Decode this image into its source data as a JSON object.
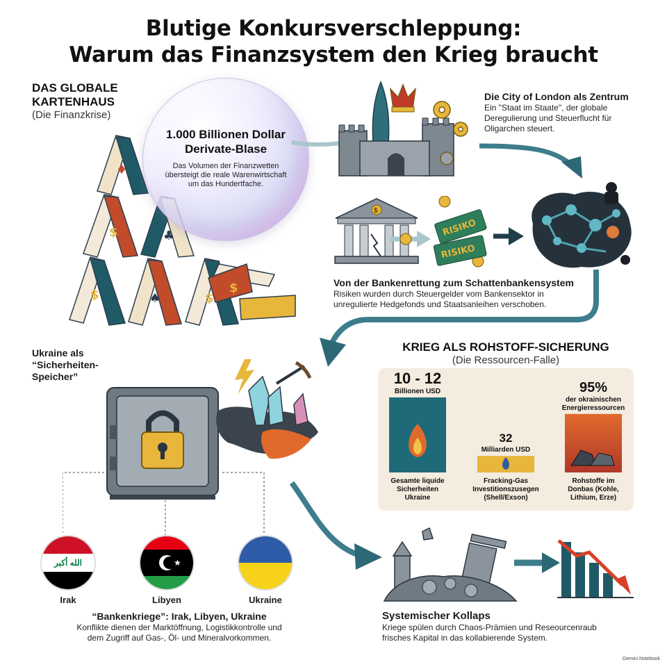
{
  "title": {
    "line1": "Blutige Konkursverschleppung:",
    "line2": "Warum das Finanzsystem den Krieg braucht"
  },
  "card_house": {
    "heading_line1": "DAS GLOBALE",
    "heading_line2": "KARTENHAUS",
    "subheading": "(Die Finanzkrise)"
  },
  "bubble": {
    "title_line1": "1.000 Billionen Dollar",
    "title_line2": "Derivate-Blase",
    "desc_line1": "Das Volumen der Finanzwetten",
    "desc_line2": "übersteigt die reale Warenwirtschaft",
    "desc_line3": "um das Hundertfache."
  },
  "city_of_london": {
    "heading": "Die City of London als Zentrum",
    "desc_line1": "Ein \"Staat im Staate\", der globale",
    "desc_line2": "Deregulierung und Steuerflucht für",
    "desc_line3": "Oligarchen steuert."
  },
  "bank_rescue": {
    "risk_label_1": "RISIKO",
    "risk_label_2": "RISIKO",
    "heading": "Von der Bankenrettung zum Schattenbankensystem",
    "desc_line1": "Risiken wurden durch Steuergelder vom Bankensektor in",
    "desc_line2": "unregulierte Hedgefonds und Staatsanleihen verschoben."
  },
  "ukraine_storage": {
    "heading_line1": "Ukraine als",
    "heading_line2": "“Sicherheiten-",
    "heading_line3": "Speicher”"
  },
  "war_resources": {
    "heading": "KRIEG ALS ROHSTOFF-SICHERUNG",
    "subheading": "(Die Ressourcen-Falle)"
  },
  "chart_data": {
    "type": "bar",
    "categories": [
      "Gesamte liquide Sicherheiten Ukraine",
      "Fracking-Gas Investitionszusegen (Shell/Exson)",
      "Rohstoffe im Donbas (Kohle, Lithium, Erze)"
    ],
    "value_labels": [
      "10 - 12",
      "32",
      "95%"
    ],
    "unit_labels": [
      "Billionen USD",
      "Milliarden USD",
      "der okrainischen Energieressourcen"
    ],
    "relative_heights": [
      1.0,
      0.22,
      0.78
    ],
    "bars": [
      {
        "value_label": "10 - 12",
        "unit": "Billionen USD",
        "label_lines": [
          "Gesamte liquide",
          "Sicherheiten",
          "Ukraine"
        ],
        "color": "#1f6a78"
      },
      {
        "value_label": "32",
        "unit": "Milliarden USD",
        "label_lines": [
          "Fracking-Gas",
          "Investitionszusegen",
          "(Shell/Exson)"
        ],
        "color": "#e7b63a"
      },
      {
        "value_label": "95%",
        "unit_lines": [
          "der okrainischen",
          "Energieressourcen"
        ],
        "label_lines": [
          "Rohstoffe im",
          "Donbas (Kohle,",
          "Lithium, Erze)"
        ],
        "color": "#e06a2c"
      }
    ]
  },
  "bank_wars": {
    "flags": [
      {
        "label": "Irak",
        "flag_text": "الله أكبر"
      },
      {
        "label": "Libyen"
      },
      {
        "label": "Ukraine"
      }
    ],
    "heading": "“Bankenkriege”: Irak, Libyen, Ukraine",
    "desc_line1": "Konflikte dienen der Marktöffnung, Logistikkontrolle und",
    "desc_line2": "dem Zugriff auf Gas-, Öl- und Mineralvorkommen."
  },
  "collapse": {
    "heading": "Systemischer Kollaps",
    "desc_line1": "Kriege spülen durch Chaos-Prämien und Reseourcenraub",
    "desc_line2": "frisches Kapital in das kollabierende System."
  },
  "watermark": "Gemini Notebook",
  "colors": {
    "teal": "#1f6a78",
    "arrow": "#3e7d8c",
    "orange": "#e06a2c",
    "gold": "#e7b63a",
    "panel": "#f4ecdf"
  }
}
